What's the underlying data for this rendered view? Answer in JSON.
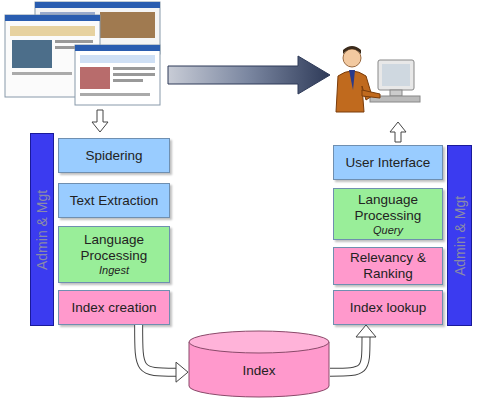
{
  "diagram": {
    "nodes": [
      {
        "text": [
          "Admin & Mgt"
        ]
      },
      {
        "text": [
          "Spidering"
        ]
      },
      {
        "text": [
          "Text Extraction"
        ]
      },
      {
        "text": [
          "Language Processing",
          "Ingest"
        ]
      },
      {
        "text": [
          "Index creation"
        ]
      },
      {
        "text": [
          "User Interface"
        ]
      },
      {
        "text": [
          "Language Processing",
          "Query"
        ]
      },
      {
        "text": [
          "Relevancy & Ranking"
        ]
      },
      {
        "text": [
          "Index lookup"
        ]
      },
      {
        "text": [
          "Admin & Mgt"
        ]
      },
      {
        "text": [
          "Index"
        ]
      }
    ],
    "edges": [
      {
        "from": 4,
        "to": 10,
        "arrow": "to"
      },
      {
        "from": 10,
        "to": 8,
        "arrow": "to"
      }
    ]
  }
}
